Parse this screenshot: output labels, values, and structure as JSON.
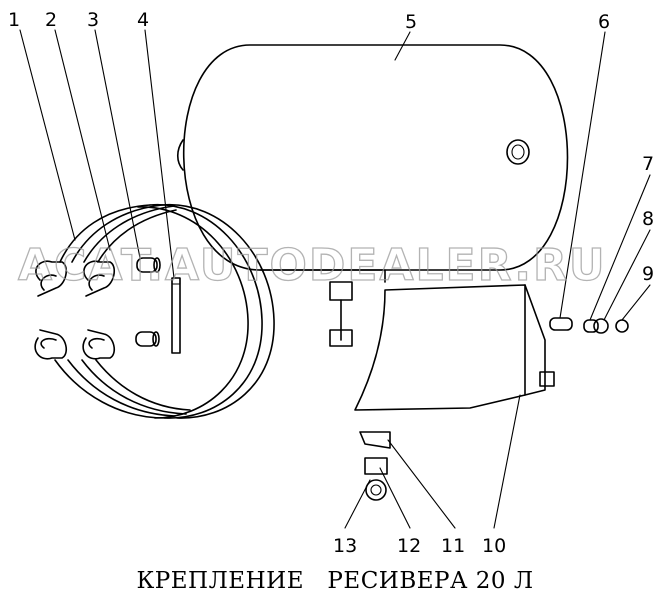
{
  "caption": "КРЕПЛЕНИЕ   РЕСИВЕРА 20 Л",
  "watermark": "ACAT.AUTODEALER.RU",
  "parts": [
    {
      "id": "1",
      "label": "1"
    },
    {
      "id": "2",
      "label": "2"
    },
    {
      "id": "3",
      "label": "3"
    },
    {
      "id": "4",
      "label": "4"
    },
    {
      "id": "5",
      "label": "5"
    },
    {
      "id": "6",
      "label": "6"
    },
    {
      "id": "7",
      "label": "7"
    },
    {
      "id": "8",
      "label": "8"
    },
    {
      "id": "9",
      "label": "9"
    },
    {
      "id": "10",
      "label": "10"
    },
    {
      "id": "11",
      "label": "11"
    },
    {
      "id": "12",
      "label": "12"
    },
    {
      "id": "13",
      "label": "13"
    }
  ]
}
